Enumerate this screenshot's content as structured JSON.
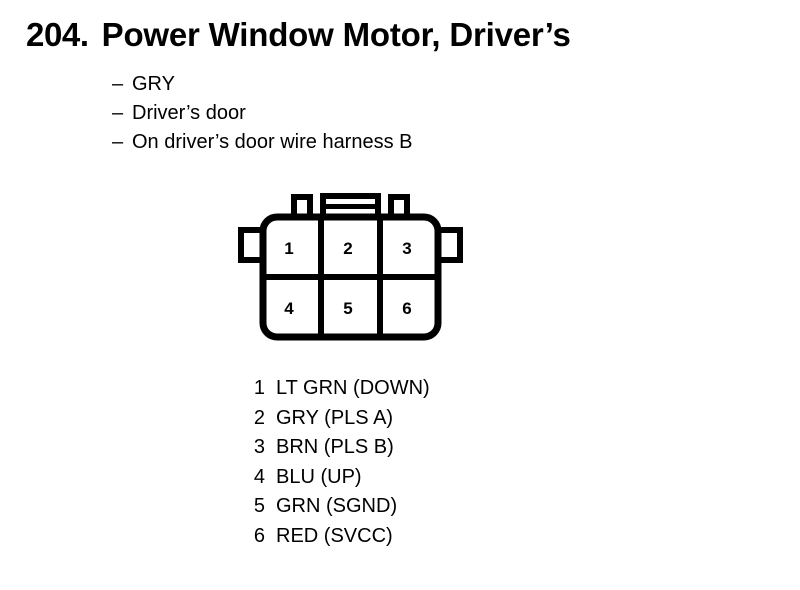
{
  "page": {
    "background_color": "#ffffff",
    "ink_color": "#000000"
  },
  "heading": {
    "number": "204.",
    "title": "Power Window Motor, Driver’s"
  },
  "notes": {
    "dash": "–",
    "items": [
      "GRY",
      "Driver’s door",
      "On driver’s door wire harness B"
    ]
  },
  "connector": {
    "name": "6-pin connector diagram",
    "rows": 2,
    "columns": 3,
    "cells": [
      {
        "pin": "1",
        "row": 1,
        "column": 1
      },
      {
        "pin": "2",
        "row": 1,
        "column": 2
      },
      {
        "pin": "3",
        "row": 1,
        "column": 3
      },
      {
        "pin": "4",
        "row": 2,
        "column": 1
      },
      {
        "pin": "5",
        "row": 2,
        "column": 2
      },
      {
        "pin": "6",
        "row": 2,
        "column": 3
      }
    ],
    "tabs": {
      "top_left": "small-latch-tab",
      "top_center": "wide-slotted-latch-tab",
      "top_right": "small-latch-tab",
      "left_side": "side-lock-tab",
      "right_side": "side-lock-tab"
    }
  },
  "pinout": {
    "rows": [
      {
        "pin": "1",
        "label": "LT GRN (DOWN)"
      },
      {
        "pin": "2",
        "label": "GRY (PLS A)"
      },
      {
        "pin": "3",
        "label": "BRN (PLS B)"
      },
      {
        "pin": "4",
        "label": "BLU (UP)"
      },
      {
        "pin": "5",
        "label": "GRN (SGND)"
      },
      {
        "pin": "6",
        "label": "RED (SVCC)"
      }
    ]
  }
}
